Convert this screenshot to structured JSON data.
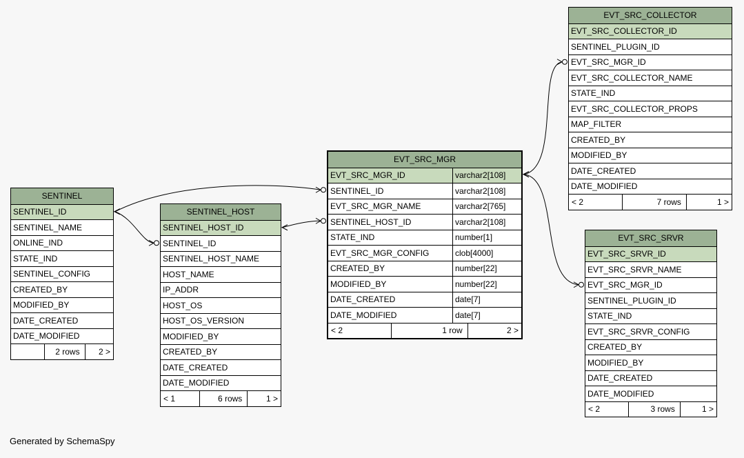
{
  "caption": "Generated by SchemaSpy",
  "colors": {
    "background": "#f7f7f7",
    "table_header": "#9cb295",
    "key_row": "#c8dabc",
    "row_background": "#ffffff",
    "border": "#000000"
  },
  "tables": [
    {
      "id": "SENTINEL",
      "title": "SENTINEL",
      "columns": [
        {
          "name": "SENTINEL_ID",
          "key": true
        },
        {
          "name": "SENTINEL_NAME"
        },
        {
          "name": "ONLINE_IND"
        },
        {
          "name": "STATE_IND"
        },
        {
          "name": "SENTINEL_CONFIG"
        },
        {
          "name": "CREATED_BY"
        },
        {
          "name": "MODIFIED_BY"
        },
        {
          "name": "DATE_CREATED"
        },
        {
          "name": "DATE_MODIFIED"
        }
      ],
      "footer": {
        "left": "",
        "center": "2 rows",
        "right": "2 >"
      }
    },
    {
      "id": "SENTINEL_HOST",
      "title": "SENTINEL_HOST",
      "columns": [
        {
          "name": "SENTINEL_HOST_ID",
          "key": true
        },
        {
          "name": "SENTINEL_ID"
        },
        {
          "name": "SENTINEL_HOST_NAME"
        },
        {
          "name": "HOST_NAME"
        },
        {
          "name": "IP_ADDR"
        },
        {
          "name": "HOST_OS"
        },
        {
          "name": "HOST_OS_VERSION"
        },
        {
          "name": "MODIFIED_BY"
        },
        {
          "name": "CREATED_BY"
        },
        {
          "name": "DATE_CREATED"
        },
        {
          "name": "DATE_MODIFIED"
        }
      ],
      "footer": {
        "left": "< 1",
        "center": "6 rows",
        "right": "1 >"
      }
    },
    {
      "id": "EVT_SRC_MGR",
      "title": "EVT_SRC_MGR",
      "show_types": true,
      "columns": [
        {
          "name": "EVT_SRC_MGR_ID",
          "type": "varchar2[108]",
          "key": true
        },
        {
          "name": "SENTINEL_ID",
          "type": "varchar2[108]"
        },
        {
          "name": "EVT_SRC_MGR_NAME",
          "type": "varchar2[765]"
        },
        {
          "name": "SENTINEL_HOST_ID",
          "type": "varchar2[108]"
        },
        {
          "name": "STATE_IND",
          "type": "number[1]"
        },
        {
          "name": "EVT_SRC_MGR_CONFIG",
          "type": "clob[4000]"
        },
        {
          "name": "CREATED_BY",
          "type": "number[22]"
        },
        {
          "name": "MODIFIED_BY",
          "type": "number[22]"
        },
        {
          "name": "DATE_CREATED",
          "type": "date[7]"
        },
        {
          "name": "DATE_MODIFIED",
          "type": "date[7]"
        }
      ],
      "footer": {
        "left": "< 2",
        "center": "1 row",
        "right": "2 >"
      }
    },
    {
      "id": "EVT_SRC_COLLECTOR",
      "title": "EVT_SRC_COLLECTOR",
      "columns": [
        {
          "name": "EVT_SRC_COLLECTOR_ID",
          "key": true
        },
        {
          "name": "SENTINEL_PLUGIN_ID"
        },
        {
          "name": "EVT_SRC_MGR_ID"
        },
        {
          "name": "EVT_SRC_COLLECTOR_NAME"
        },
        {
          "name": "STATE_IND"
        },
        {
          "name": "EVT_SRC_COLLECTOR_PROPS"
        },
        {
          "name": "MAP_FILTER"
        },
        {
          "name": "CREATED_BY"
        },
        {
          "name": "MODIFIED_BY"
        },
        {
          "name": "DATE_CREATED"
        },
        {
          "name": "DATE_MODIFIED"
        }
      ],
      "footer": {
        "left": "< 2",
        "center": "7 rows",
        "right": "1 >"
      }
    },
    {
      "id": "EVT_SRC_SRVR",
      "title": "EVT_SRC_SRVR",
      "columns": [
        {
          "name": "EVT_SRC_SRVR_ID",
          "key": true
        },
        {
          "name": "EVT_SRC_SRVR_NAME"
        },
        {
          "name": "EVT_SRC_MGR_ID"
        },
        {
          "name": "SENTINEL_PLUGIN_ID"
        },
        {
          "name": "STATE_IND"
        },
        {
          "name": "EVT_SRC_SRVR_CONFIG"
        },
        {
          "name": "CREATED_BY"
        },
        {
          "name": "MODIFIED_BY"
        },
        {
          "name": "DATE_CREATED"
        },
        {
          "name": "DATE_MODIFIED"
        }
      ],
      "footer": {
        "left": "< 2",
        "center": "3 rows",
        "right": "1 >"
      }
    }
  ],
  "relations": [
    {
      "from_table": "SENTINEL",
      "from_column": "SENTINEL_ID",
      "to_table": "SENTINEL_HOST",
      "to_column": "SENTINEL_ID"
    },
    {
      "from_table": "SENTINEL",
      "from_column": "SENTINEL_ID",
      "to_table": "EVT_SRC_MGR",
      "to_column": "SENTINEL_ID"
    },
    {
      "from_table": "SENTINEL_HOST",
      "from_column": "SENTINEL_HOST_ID",
      "to_table": "EVT_SRC_MGR",
      "to_column": "SENTINEL_HOST_ID"
    },
    {
      "from_table": "EVT_SRC_MGR",
      "from_column": "EVT_SRC_MGR_ID",
      "to_table": "EVT_SRC_COLLECTOR",
      "to_column": "EVT_SRC_MGR_ID"
    },
    {
      "from_table": "EVT_SRC_MGR",
      "from_column": "EVT_SRC_MGR_ID",
      "to_table": "EVT_SRC_SRVR",
      "to_column": "EVT_SRC_MGR_ID"
    }
  ]
}
